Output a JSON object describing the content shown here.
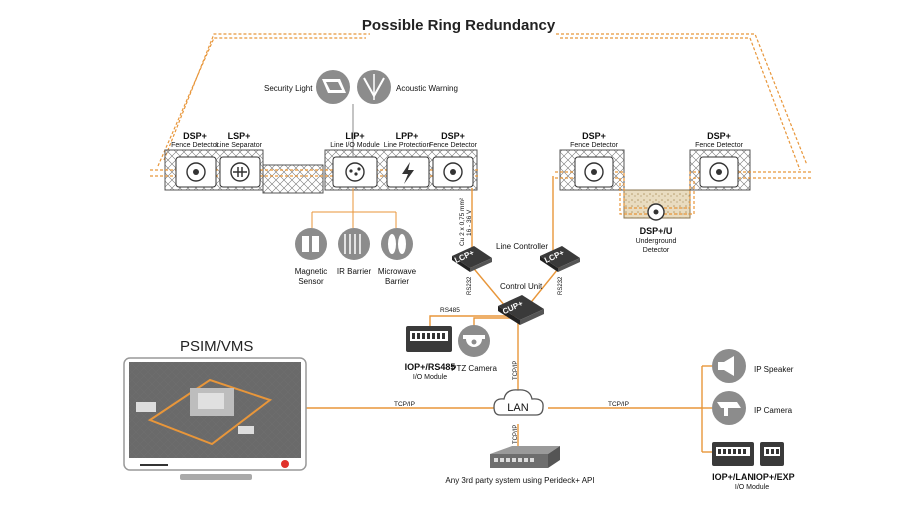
{
  "title": "Possible Ring Redundancy",
  "labels": {
    "security_light": "Security Light",
    "acoustic_warning": "Acoustic Warning",
    "dsp1_name": "DSP+",
    "dsp1_sub": "Fence Detector",
    "lsp_name": "LSP+",
    "lsp_sub": "Line Separator",
    "lip_name": "LIP+",
    "lip_sub": "Line I/O Module",
    "lpp_name": "LPP+",
    "lpp_sub": "Line Protection",
    "dsp2_name": "DSP+",
    "dsp2_sub": "Fence Detector",
    "dsp3_name": "DSP+",
    "dsp3_sub": "Fence Detector",
    "dsp4_name": "DSP+",
    "dsp4_sub": "Fence Detector",
    "dspu_name": "DSP+/U",
    "dspu_sub1": "Underground",
    "dspu_sub2": "Detector",
    "magnetic": "Magnetic",
    "sensor": "Sensor",
    "ir_barrier": "IR Barrier",
    "microwave": "Microwave",
    "barrier": "Barrier",
    "cable_spec1": "Cu 2 x 0,75 mm²",
    "cable_spec2": "16 - 36 V",
    "line_controller": "Line Controller",
    "rs232_left": "RS232",
    "rs232_right": "RS232",
    "control_unit": "Control Unit",
    "rs485": "RS485",
    "iop_rs485": "IOP+/RS485",
    "io_module": "I/O Module",
    "ptz_camera": "PTZ Camera",
    "tcpip_vertical": "TCP/IP",
    "psim": "PSIM/VMS",
    "tcpip_left": "TCP/IP",
    "tcpip_right": "TCP/IP",
    "lan": "LAN",
    "tcpip_bottom": "TCP/IP",
    "api": "Any 3rd party system using Perideck+ API",
    "ip_speaker": "IP Speaker",
    "ip_camera": "IP Camera",
    "iop_lan": "IOP+/LAN",
    "iop_exp": "IOP+/EXP",
    "io_module_right": "I/O Module",
    "lcp_badge_left": "LCP+",
    "lcp_badge_right": "LCP+",
    "cup_badge": "CUP+"
  },
  "colors": {
    "accent": "#e8963a",
    "device": "#3a3a3a",
    "fence_bg": "#f2f2f2",
    "icon_gray": "#8c8c8c"
  },
  "icons": [
    "security-light-icon",
    "acoustic-warning-icon",
    "magnetic-sensor-icon",
    "ir-barrier-icon",
    "microwave-barrier-icon",
    "ptz-camera-icon",
    "ip-speaker-icon",
    "ip-camera-icon",
    "lightning-icon",
    "lan-cloud-icon"
  ]
}
